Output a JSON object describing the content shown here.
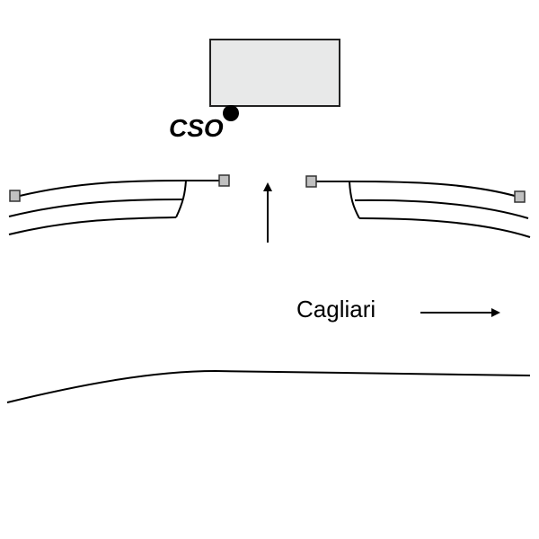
{
  "diagram": {
    "labels": {
      "cso": "CSO",
      "city": "Cagliari"
    },
    "colors": {
      "line": "#000000",
      "building_fill": "#e8e9e9",
      "marker_fill": "#c0c0c0",
      "background": "#ffffff"
    },
    "elements": [
      {
        "name": "building",
        "shape": "rectangle"
      },
      {
        "name": "cso-point",
        "shape": "dot"
      },
      {
        "name": "left-pier",
        "shape": "breakwater"
      },
      {
        "name": "right-pier",
        "shape": "breakwater"
      },
      {
        "name": "flow-arrow",
        "direction": "up"
      },
      {
        "name": "city-arrow",
        "direction": "right"
      },
      {
        "name": "shoreline",
        "shape": "curve"
      }
    ]
  }
}
